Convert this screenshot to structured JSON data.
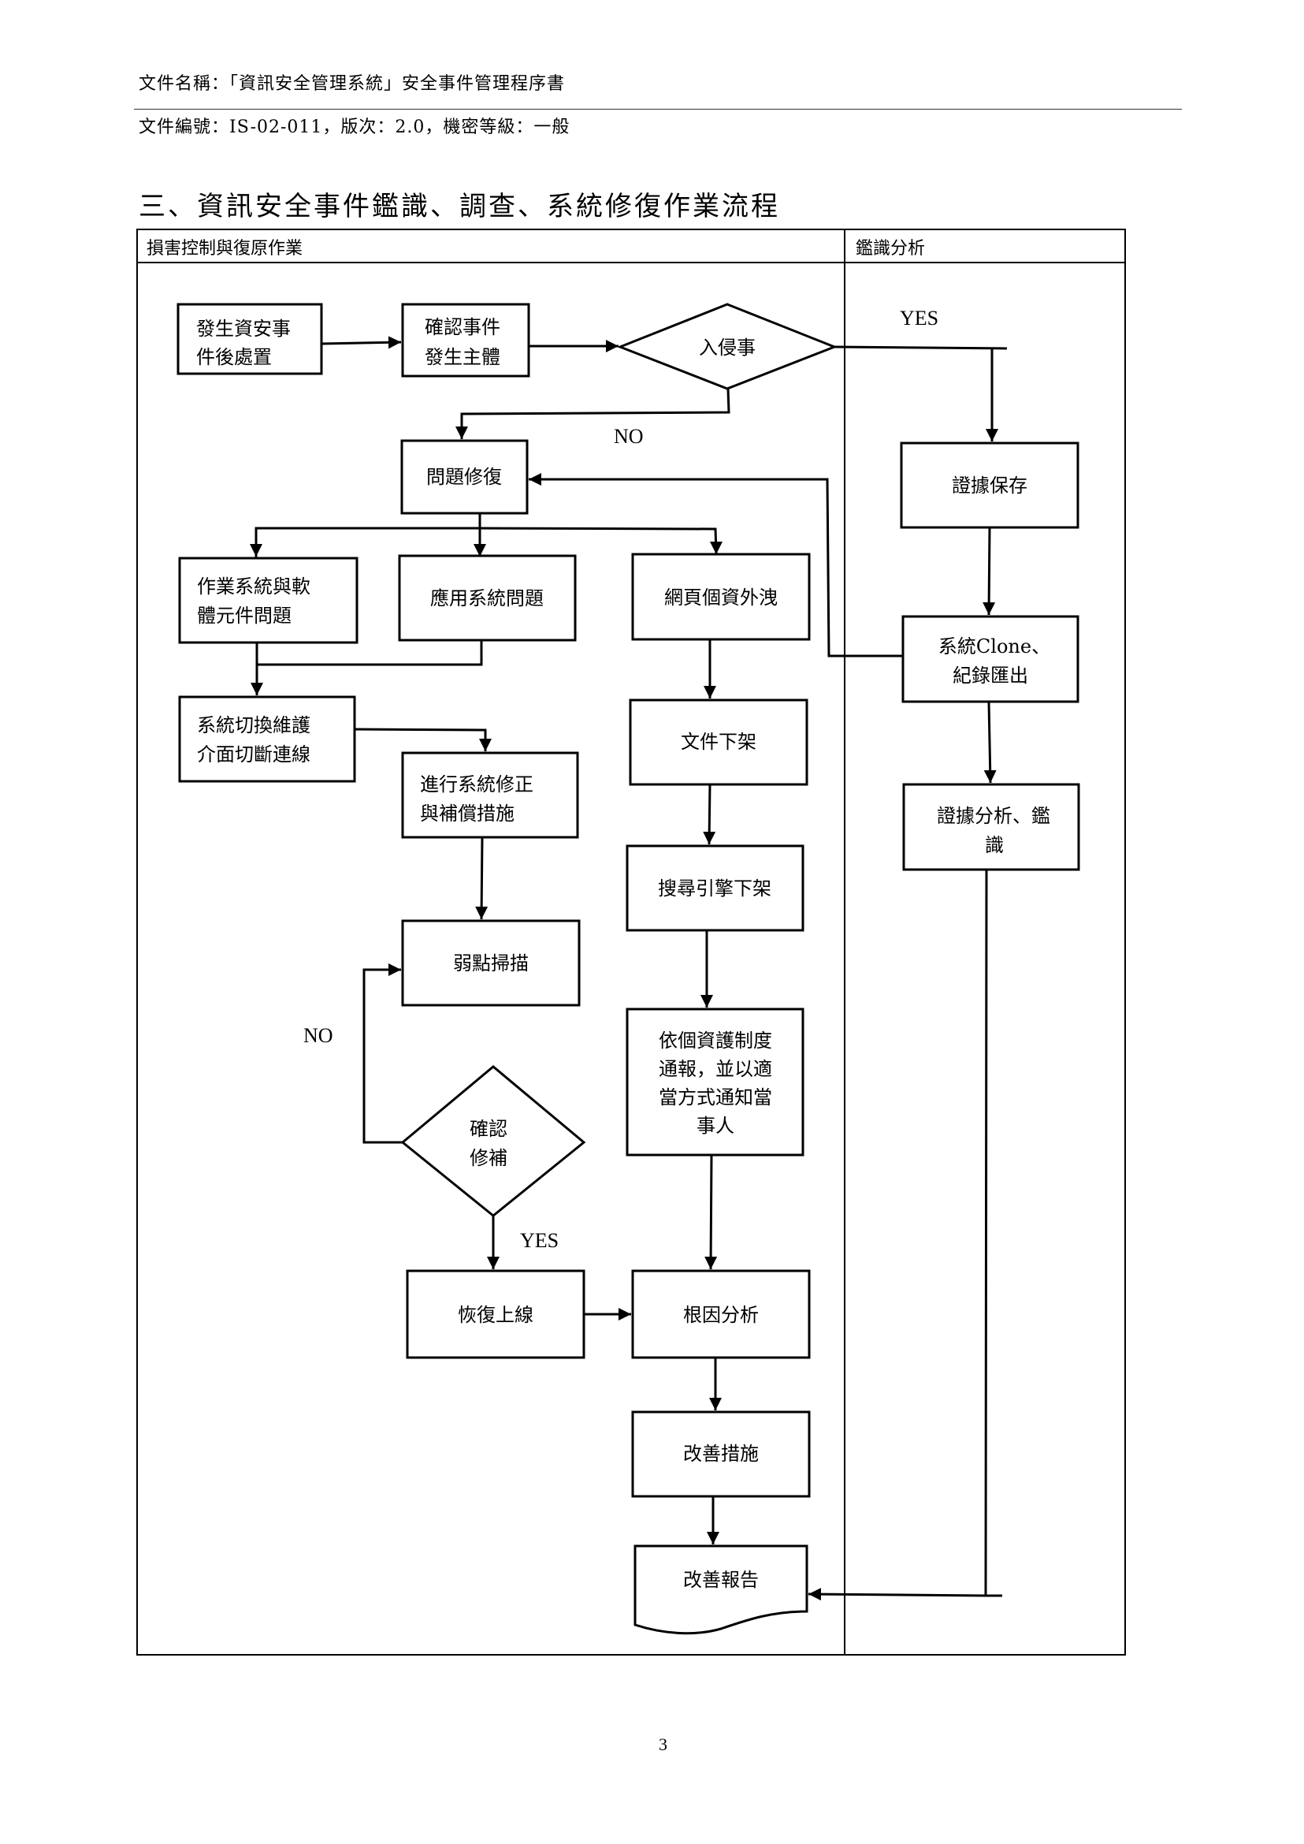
{
  "header": {
    "doc_name": "文件名稱：「資訊安全管理系統」安全事件管理程序書",
    "doc_meta": "文件編號：IS-02-011，版次：2.0，機密等級：一般"
  },
  "section_title": "三、資訊安全事件鑑識、調查、系統修復作業流程",
  "lanes": {
    "left": "損害控制與復原作業",
    "right": "鑑識分析"
  },
  "nodes": {
    "incident_handling": [
      "發生資安事",
      "件後處置"
    ],
    "confirm_subject": [
      "確認事件",
      "發生主體"
    ],
    "intrusion_decision": [
      "入侵事"
    ],
    "problem_repair": [
      "問題修復"
    ],
    "os_component_issue": [
      "作業系統與軟",
      "體元件問題"
    ],
    "app_system_issue": [
      "應用系統問題"
    ],
    "web_pii_leak": [
      "網頁個資外洩"
    ],
    "switch_maintenance": [
      "系統切換維護",
      "介面切斷連線"
    ],
    "system_fix": [
      "進行系統修正",
      "與補償措施"
    ],
    "vuln_scan": [
      "弱點掃描"
    ],
    "confirm_patch": [
      "確認",
      "修補"
    ],
    "restore_online": [
      "恢復上線"
    ],
    "doc_takedown": [
      "文件下架"
    ],
    "search_takedown": [
      "搜尋引擎下架"
    ],
    "pii_notify": [
      "依個資護制度",
      "通報，並以適",
      "當方式通知當",
      "事人"
    ],
    "root_cause": [
      "根因分析"
    ],
    "improvement_measures": [
      "改善措施"
    ],
    "improvement_report": [
      "改善報告"
    ],
    "evidence_preserve": [
      "證據保存"
    ],
    "system_clone": [
      "系統Clone、",
      "紀錄匯出"
    ],
    "evidence_analysis": [
      "證據分析、鑑",
      "識"
    ]
  },
  "edge_labels": {
    "intrusion_yes": "YES",
    "intrusion_no": "NO",
    "patch_no": "NO",
    "patch_yes": "YES"
  },
  "page_number": "3"
}
